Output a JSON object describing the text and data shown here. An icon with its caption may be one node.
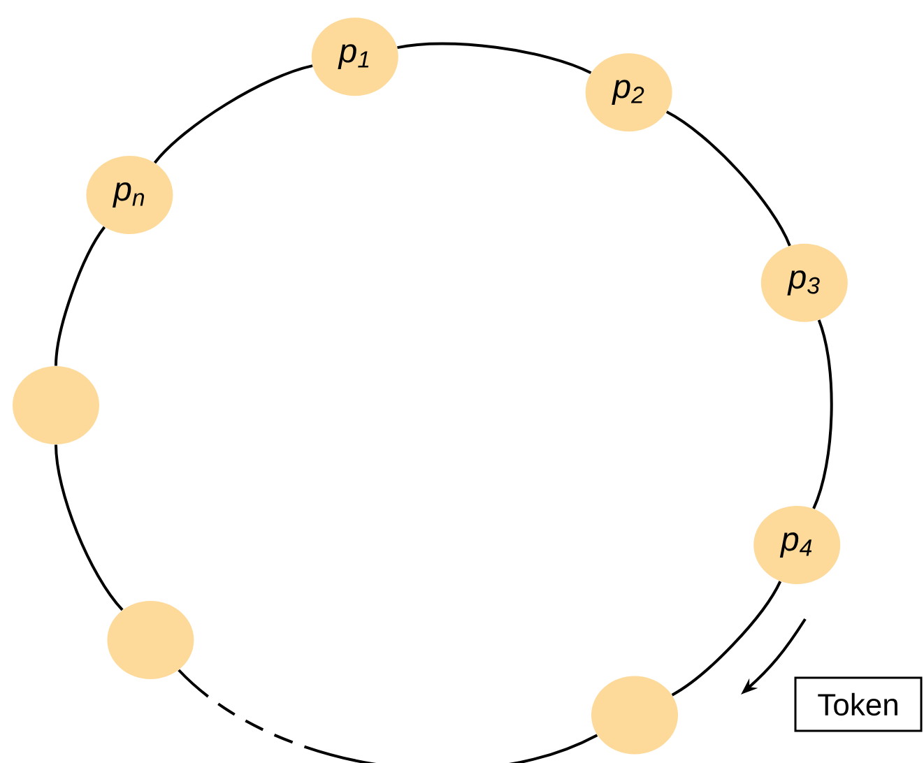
{
  "diagram": {
    "nodes": [
      {
        "text": [
          "p$_{1}$"
        ]
      },
      {
        "text": [
          "p$_{2}$"
        ]
      },
      {
        "text": [
          "p$_{3}$"
        ]
      },
      {
        "text": [
          "p$_{4}$"
        ]
      },
      {
        "text": [],
        "shape": "circle"
      },
      {
        "text": [],
        "shape": "circle"
      },
      {
        "text": [],
        "shape": "circle"
      },
      {
        "text": [
          "p$_{n}$"
        ]
      },
      {
        "text": [
          "Token"
        ]
      }
    ],
    "edges": [
      {
        "from": 0,
        "to": 1,
        "arrow": "none"
      },
      {
        "from": 1,
        "to": 2,
        "arrow": "none"
      },
      {
        "from": 2,
        "to": 3,
        "arrow": "none"
      },
      {
        "from": 3,
        "to": 4,
        "arrow": "none"
      },
      {
        "from": 4,
        "to": 5,
        "arrow": "none",
        "style": "dashed"
      },
      {
        "from": 5,
        "to": 6,
        "arrow": "none"
      },
      {
        "from": 6,
        "to": 7,
        "arrow": "none"
      },
      {
        "from": 7,
        "to": 0,
        "arrow": "none"
      }
    ]
  }
}
